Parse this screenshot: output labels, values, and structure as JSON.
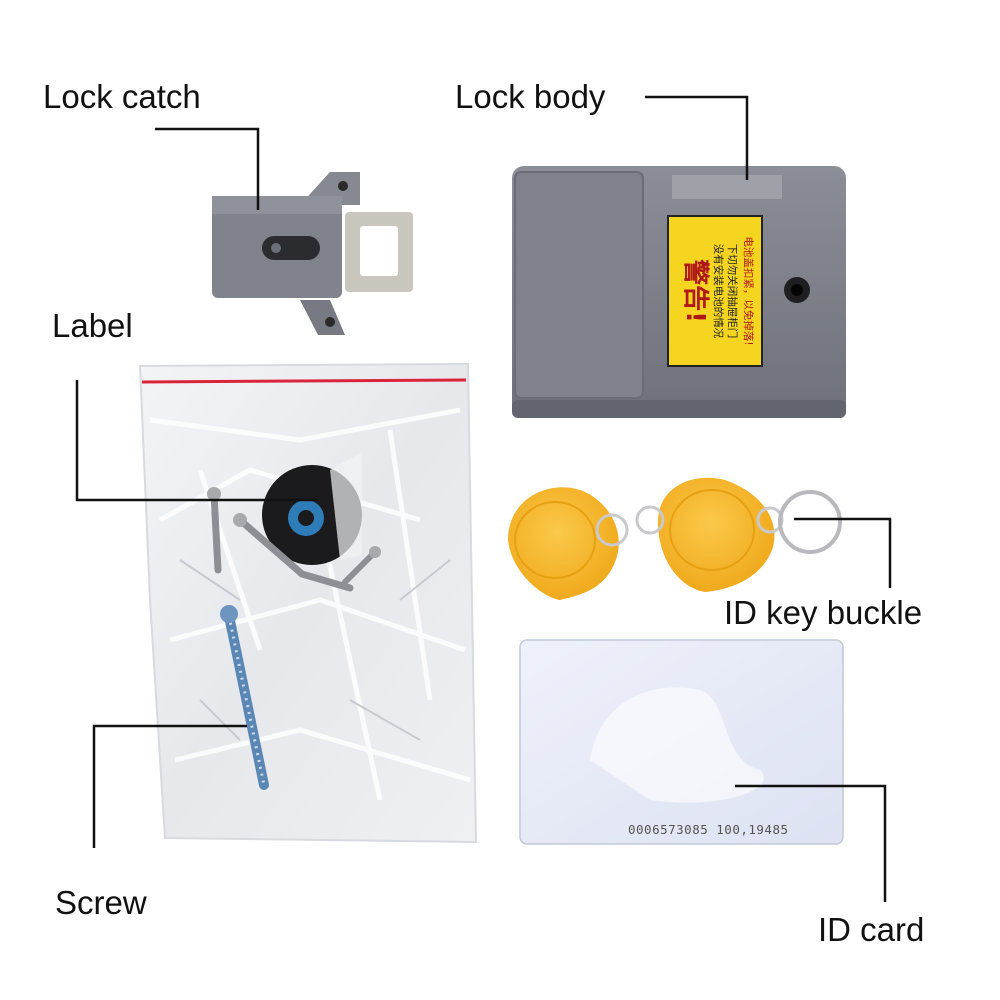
{
  "callouts": {
    "lock_catch": "Lock catch",
    "lock_body": "Lock body",
    "label": "Label",
    "screw": "Screw",
    "id_key_buckle": "ID key buckle",
    "id_card": "ID card"
  },
  "warning_sticker": {
    "title": "警告!",
    "lines": [
      "没有安装电池的情况",
      "下切勿关闭抽屉柜门",
      "电池盖扣紧，以免掉落!"
    ]
  },
  "id_card_number": "0006573085 100,19485",
  "colors": {
    "lock_gray": "#7d8088",
    "sticker_yellow": "#f5d51f",
    "fob_yellow": "#f7b21c",
    "bag_seal_red": "#d9253a",
    "screw_blue": "#5b87b5",
    "callout_line": "#111111"
  }
}
